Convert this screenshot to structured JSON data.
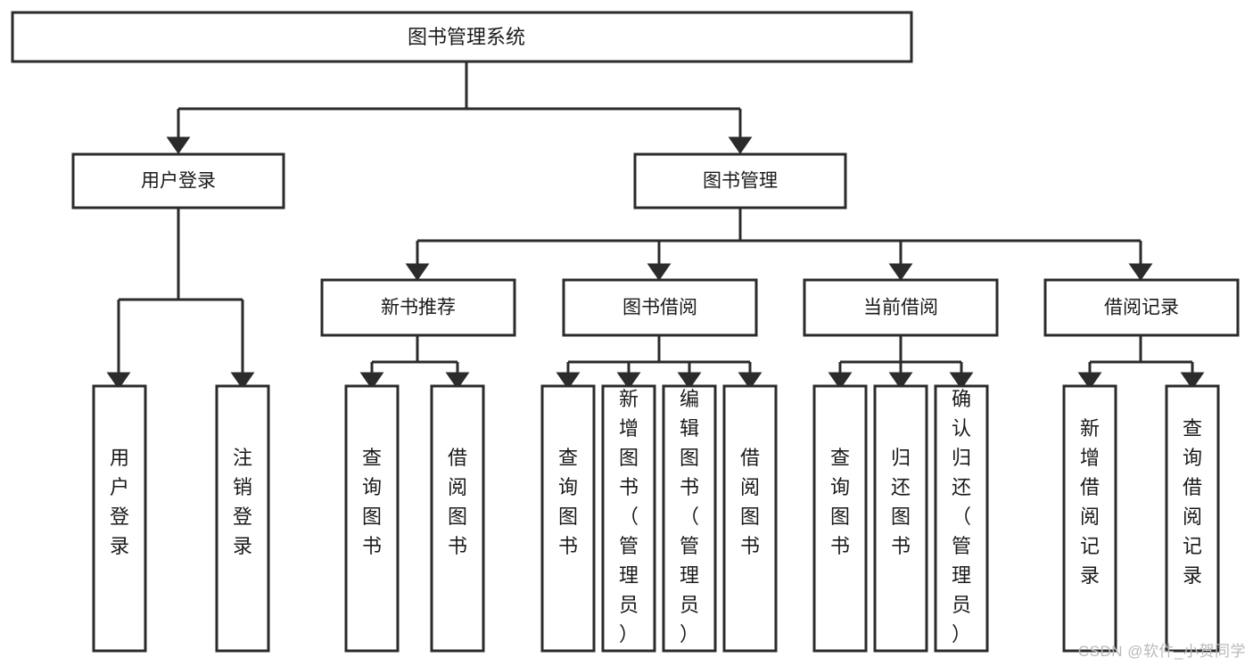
{
  "diagram": {
    "type": "tree",
    "title": "图书管理系统",
    "root": {
      "id": "root",
      "label": "图书管理系统"
    },
    "level2": [
      {
        "id": "user-login",
        "label": "用户登录"
      },
      {
        "id": "book-management",
        "label": "图书管理"
      }
    ],
    "level3": [
      {
        "id": "new-book-recommend",
        "label": "新书推荐",
        "parent": "book-management"
      },
      {
        "id": "book-borrow",
        "label": "图书借阅",
        "parent": "book-management"
      },
      {
        "id": "current-borrow",
        "label": "当前借阅",
        "parent": "book-management"
      },
      {
        "id": "borrow-record",
        "label": "借阅记录",
        "parent": "book-management"
      }
    ],
    "leaves": [
      {
        "id": "leaf-user-login",
        "label": "用户登录",
        "parent": "user-login"
      },
      {
        "id": "leaf-logout-login",
        "label": "注销登录",
        "parent": "user-login"
      },
      {
        "id": "leaf-query-book-1",
        "label": "查询图书",
        "parent": "new-book-recommend"
      },
      {
        "id": "leaf-borrow-book-1",
        "label": "借阅图书",
        "parent": "new-book-recommend"
      },
      {
        "id": "leaf-query-book-2",
        "label": "查询图书",
        "parent": "book-borrow"
      },
      {
        "id": "leaf-add-book",
        "label": "新增图书（管理员）",
        "parent": "book-borrow"
      },
      {
        "id": "leaf-edit-book",
        "label": "编辑图书（管理员）",
        "parent": "book-borrow"
      },
      {
        "id": "leaf-borrow-book-2",
        "label": "借阅图书",
        "parent": "book-borrow"
      },
      {
        "id": "leaf-query-book-3",
        "label": "查询图书",
        "parent": "current-borrow"
      },
      {
        "id": "leaf-return-book",
        "label": "归还图书",
        "parent": "current-borrow"
      },
      {
        "id": "leaf-confirm-return",
        "label": "确认归还（管理员）",
        "parent": "current-borrow"
      },
      {
        "id": "leaf-add-record",
        "label": "新增借阅记录",
        "parent": "borrow-record"
      },
      {
        "id": "leaf-query-record",
        "label": "查询借阅记录",
        "parent": "borrow-record"
      }
    ],
    "colors": {
      "stroke": "#2b2b2b",
      "fill": "#ffffff",
      "text": "#1a1a1a",
      "watermark": "#b9b9b9"
    }
  },
  "watermark": {
    "text": "CSDN @软件_小贺同学"
  }
}
